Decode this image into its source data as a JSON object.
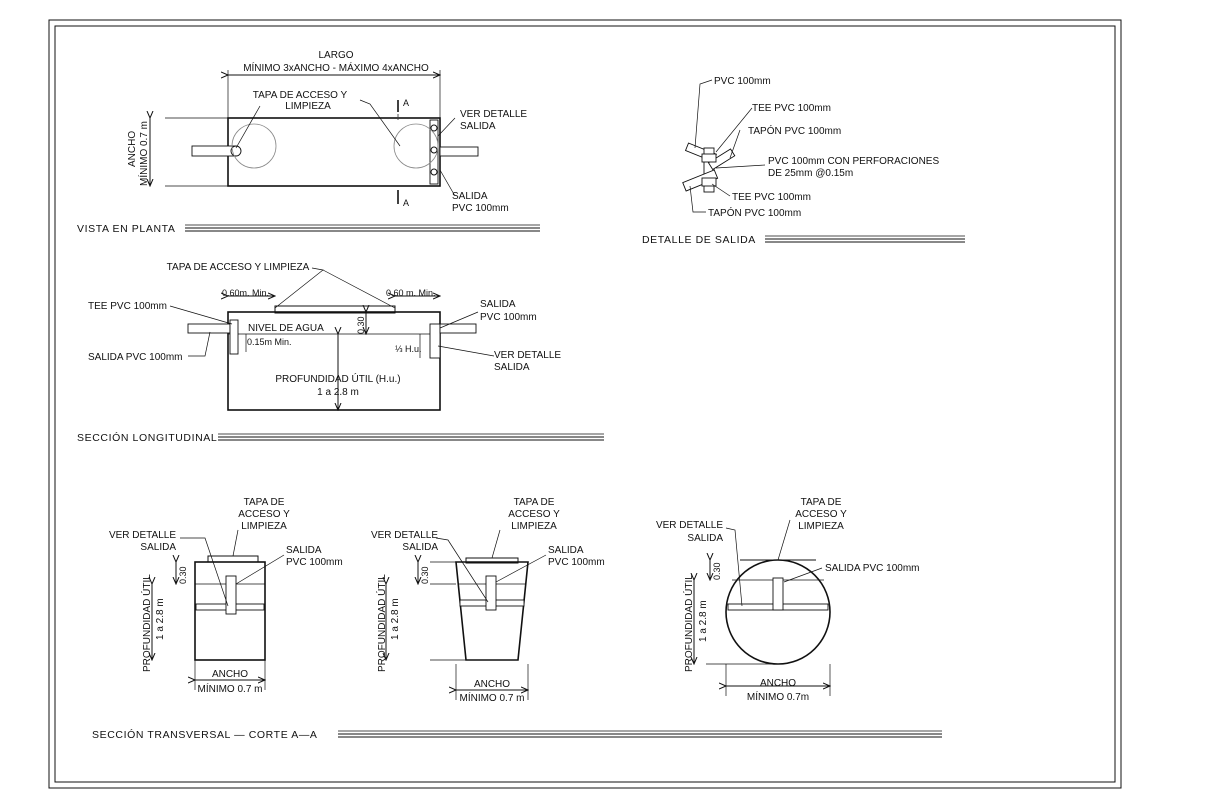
{
  "plan": {
    "title": "VISTA  EN  PLANTA",
    "largo": "LARGO",
    "largo_range": "MÍNIMO 3xANCHO - MÁXIMO  4xANCHO",
    "tapa_1": "TAPA DE ACCESO Y",
    "tapa_2": "LIMPIEZA",
    "ancho": "ANCHO",
    "ancho_min": "MÍNIMO 0.7 m",
    "ver_1": "VER DETALLE",
    "ver_2": "SALIDA",
    "salida_1": "SALIDA",
    "salida_2": "PVC 100mm",
    "cut_a": "A"
  },
  "detail": {
    "title": "DETALLE  DE  SALIDA",
    "pvc": "PVC 100mm",
    "tee1": "TEE PVC 100mm",
    "tapon1": "TAPÓN PVC 100mm",
    "perf_1": "PVC 100mm CON PERFORACIONES",
    "perf_2": "DE 25mm @0.15m",
    "tee2": "TEE PVC  100mm",
    "tapon2": "TAPÓN PVC 100mm"
  },
  "long": {
    "title": "SECCIÓN  LONGITUDINAL",
    "tapa": "TAPA DE ACCESO Y LIMPIEZA",
    "min_left": "0.60m. Min.",
    "min_right": "0.60 m. Min.",
    "tee": "TEE PVC 100mm",
    "salida_left": "SALIDA PVC 100mm",
    "nivel": "NIVEL DE AGUA",
    "dim_030": "0.30",
    "min_015": "0.15m Min.",
    "third": "⅓ H.u.",
    "salida_1": "SALIDA",
    "salida_2": "PVC 100mm",
    "ver_1": "VER DETALLE",
    "ver_2": "SALIDA",
    "prof": "PROFUNDIDAD ÚTIL (H.u.)",
    "prof_range": "1 a 2.8 m"
  },
  "trans": {
    "title": "SECCIÓN  TRANSVERSAL  —  CORTE  A—A",
    "tapa_1": "TAPA DE",
    "tapa_2": "ACCESO Y",
    "tapa_3": "LIMPIEZA",
    "ver_1": "VER DETALLE",
    "ver_2": "SALIDA",
    "salida_1": "SALIDA",
    "salida_2": "PVC 100mm",
    "salida_one": "SALIDA PVC 100mm",
    "dim_030": "0.30",
    "prof": "PROFUNDIDAD ÚTIL",
    "prof_range": "1 a 2.8 m",
    "ancho": "ANCHO",
    "ancho_min": "MÍNIMO 0.7 m",
    "ancho_min_c": "MÍNIMO 0.7m"
  }
}
